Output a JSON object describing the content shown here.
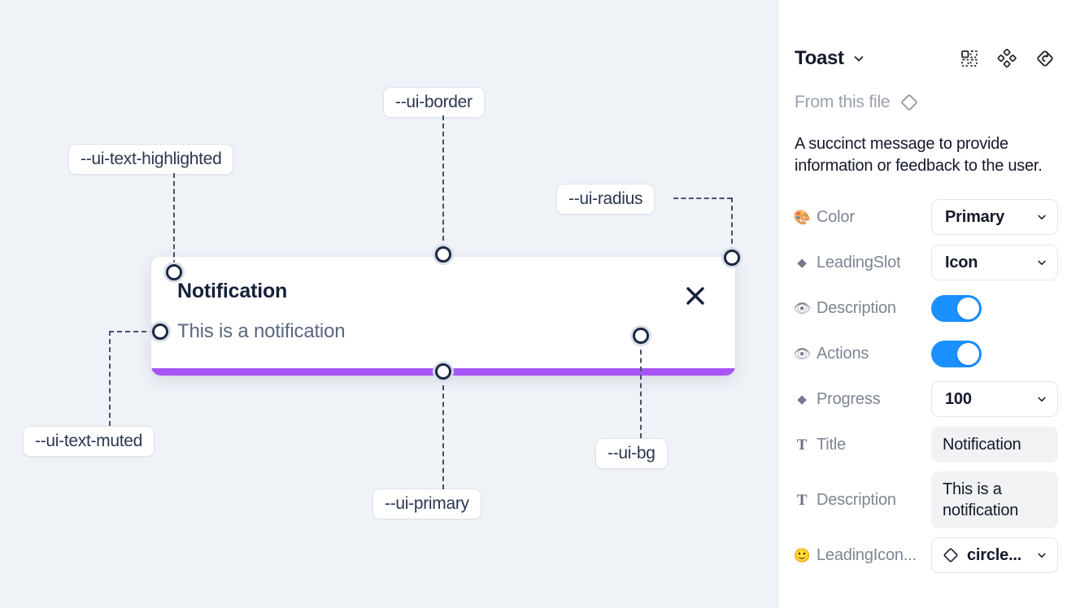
{
  "canvas": {
    "background_color": "#eff2f7",
    "toast": {
      "title": "Notification",
      "description": "This is a notification",
      "close_icon": "close-x-icon",
      "progress_color": "#a855f7",
      "background_color": "#ffffff"
    },
    "annotations": [
      {
        "id": "ui-text-highlighted",
        "label": "--ui-text-highlighted"
      },
      {
        "id": "ui-border",
        "label": "--ui-border"
      },
      {
        "id": "ui-radius",
        "label": "--ui-radius"
      },
      {
        "id": "ui-text-muted",
        "label": "--ui-text-muted"
      },
      {
        "id": "ui-primary",
        "label": "--ui-primary"
      },
      {
        "id": "ui-bg",
        "label": "--ui-bg"
      }
    ]
  },
  "panel": {
    "title": "Toast",
    "title_caret_icon": "chevron-down-icon",
    "header_icons": [
      {
        "name": "component-set-icon"
      },
      {
        "name": "variants-cluster-icon"
      },
      {
        "name": "reset-instance-icon"
      }
    ],
    "from_this_file": {
      "label": "From this file",
      "icon": "diamond-component-icon"
    },
    "description": "A succinct message to provide information or feedback to the user.",
    "properties": [
      {
        "icon": "palette-emoji",
        "glyph": "🎨",
        "label": "Color",
        "control": "select",
        "value": "Primary"
      },
      {
        "icon": "diamond-icon",
        "glyph": "◆",
        "label": "LeadingSlot",
        "control": "select",
        "value": "Icon"
      },
      {
        "icon": "eye-emoji",
        "glyph": "👁",
        "label": "Description",
        "control": "toggle",
        "value": "on"
      },
      {
        "icon": "eye-emoji",
        "glyph": "👁",
        "label": "Actions",
        "control": "toggle",
        "value": "on"
      },
      {
        "icon": "diamond-icon",
        "glyph": "◆",
        "label": "Progress",
        "control": "select",
        "value": "100"
      },
      {
        "icon": "text-property-icon",
        "glyph": "T",
        "label": "Title",
        "control": "textbox",
        "value": "Notification"
      },
      {
        "icon": "text-property-icon",
        "glyph": "T",
        "label": "Description",
        "control": "textbox",
        "value": "This is a notification"
      },
      {
        "icon": "smiley-emoji",
        "glyph": "🙂",
        "label": "LeadingIcon...",
        "control": "select-with-icon",
        "value": "circle...",
        "value_icon": "diamond-component-icon"
      }
    ],
    "toggle_on_color": "#1a91ff"
  }
}
